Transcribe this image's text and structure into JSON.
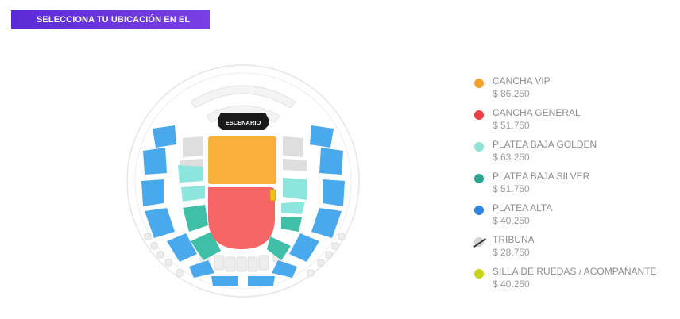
{
  "header": {
    "title": "SELECCIONA TU UBICACIÓN EN EL MAPA",
    "color": "#6a35de"
  },
  "map": {
    "stage_label": "ESCENARIO"
  },
  "legend": [
    {
      "name": "CANCHA VIP",
      "price": "$ 86.250",
      "color": "#f7a128",
      "icon": "orange-dot"
    },
    {
      "name": "CANCHA GENERAL",
      "price": "$ 51.750",
      "color": "#ee3d44",
      "icon": "red-dot"
    },
    {
      "name": "PLATEA BAJA GOLDEN",
      "price": "$ 63.250",
      "color": "#8ee3d9",
      "icon": "mint-dot"
    },
    {
      "name": "PLATEA BAJA SILVER",
      "price": "$ 51.750",
      "color": "#2ba58f",
      "icon": "teal-dot"
    },
    {
      "name": "PLATEA ALTA",
      "price": "$ 40.250",
      "color": "#2f86e0",
      "icon": "blue-dot"
    },
    {
      "name": "TRIBUNA",
      "price": "$ 28.750",
      "color": "#d6d6d6",
      "icon": "slashed-dot"
    },
    {
      "name": "SILLA DE RUEDAS / ACOMPAÑANTE",
      "price": "$ 40.250",
      "color": "#c7d317",
      "icon": "lime-dot"
    }
  ]
}
